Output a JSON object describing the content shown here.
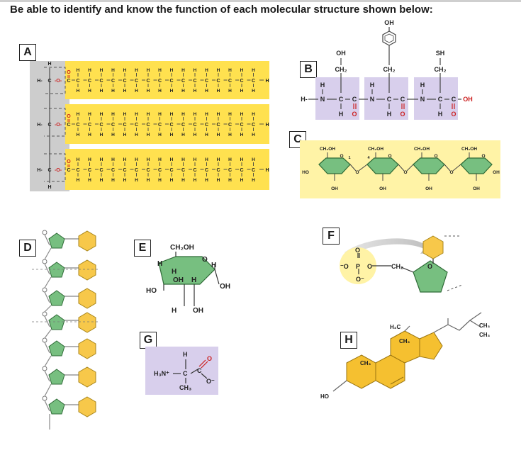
{
  "title": "Be able to identify and know the function of each molecular structure shown below:",
  "labels": {
    "a": "A",
    "b": "B",
    "c": "C",
    "d": "D",
    "e": "E",
    "f": "F",
    "g": "G",
    "h": "H"
  },
  "atoms": {
    "H": "H",
    "C": "C",
    "O": "O",
    "OH": "OH",
    "HO": "HO",
    "SH": "SH",
    "N": "N",
    "P": "P"
  },
  "groups": {
    "ch2": "CH₂",
    "ch2oh": "CH₂OH",
    "ch3": "CH₃",
    "h3c": "H₃C",
    "h3n": "H₃N⁺",
    "o_minus": "O⁻",
    "minus_o": "⁻O",
    "bond_1": "1",
    "bond_4": "4"
  },
  "colors": {
    "fatty_acid_yellow": "#ffe14f",
    "glycerol_gray": "#cdcdcd",
    "peptide_lavender": "#d8cfec",
    "sugar_green": "#77bf80",
    "base_yellow": "#f7c84a",
    "phosphate_yellow": "#fff3a6",
    "steroid_yellow": "#f5c030",
    "carbonyl_red": "#cc2020"
  }
}
